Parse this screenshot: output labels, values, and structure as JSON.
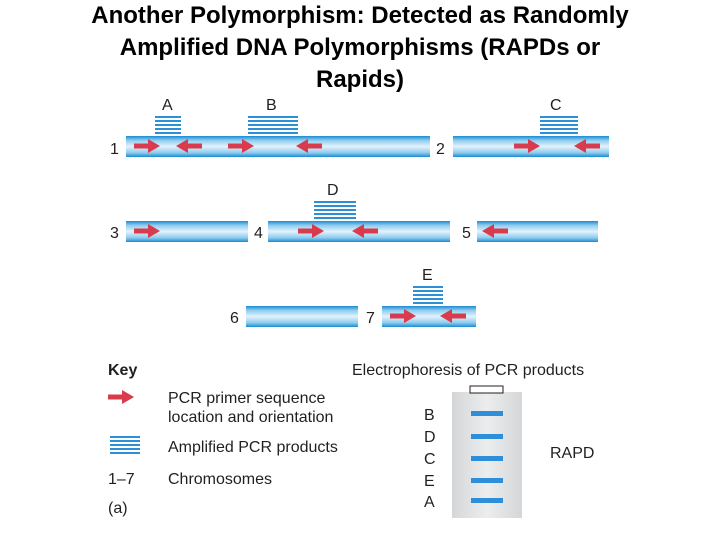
{
  "title": {
    "line1": "Another Polymorphism: Detected as Randomly",
    "line2": "Amplified DNA Polymorphisms (RAPDs or",
    "line3": "Rapids)"
  },
  "colors": {
    "chromosome_light": "#e3f2fc",
    "chromosome_mid": "#8ccbee",
    "chromosome_dark": "#1a8ad2",
    "primer_arrow": "#d93a4c",
    "amplified_product": "#2d8fd6",
    "gel_band": "#2e8fd8"
  },
  "chromosomes": [
    {
      "label": "1"
    },
    {
      "label": "2"
    },
    {
      "label": "3"
    },
    {
      "label": "4"
    },
    {
      "label": "5"
    },
    {
      "label": "6"
    },
    {
      "label": "7"
    }
  ],
  "products": [
    {
      "label": "A"
    },
    {
      "label": "B"
    },
    {
      "label": "C"
    },
    {
      "label": "D"
    },
    {
      "label": "E"
    }
  ],
  "key": {
    "heading": "Key",
    "primer_line1": "PCR primer sequence",
    "primer_line2": "location and orientation",
    "amplified": "Amplified PCR products",
    "range": "1–7",
    "chromosomes": "Chromosomes",
    "panel": "(a)"
  },
  "gel": {
    "heading": "Electrophoresis of PCR products",
    "band_labels": [
      "B",
      "D",
      "C",
      "E",
      "A"
    ],
    "lane_label": "RAPD"
  }
}
